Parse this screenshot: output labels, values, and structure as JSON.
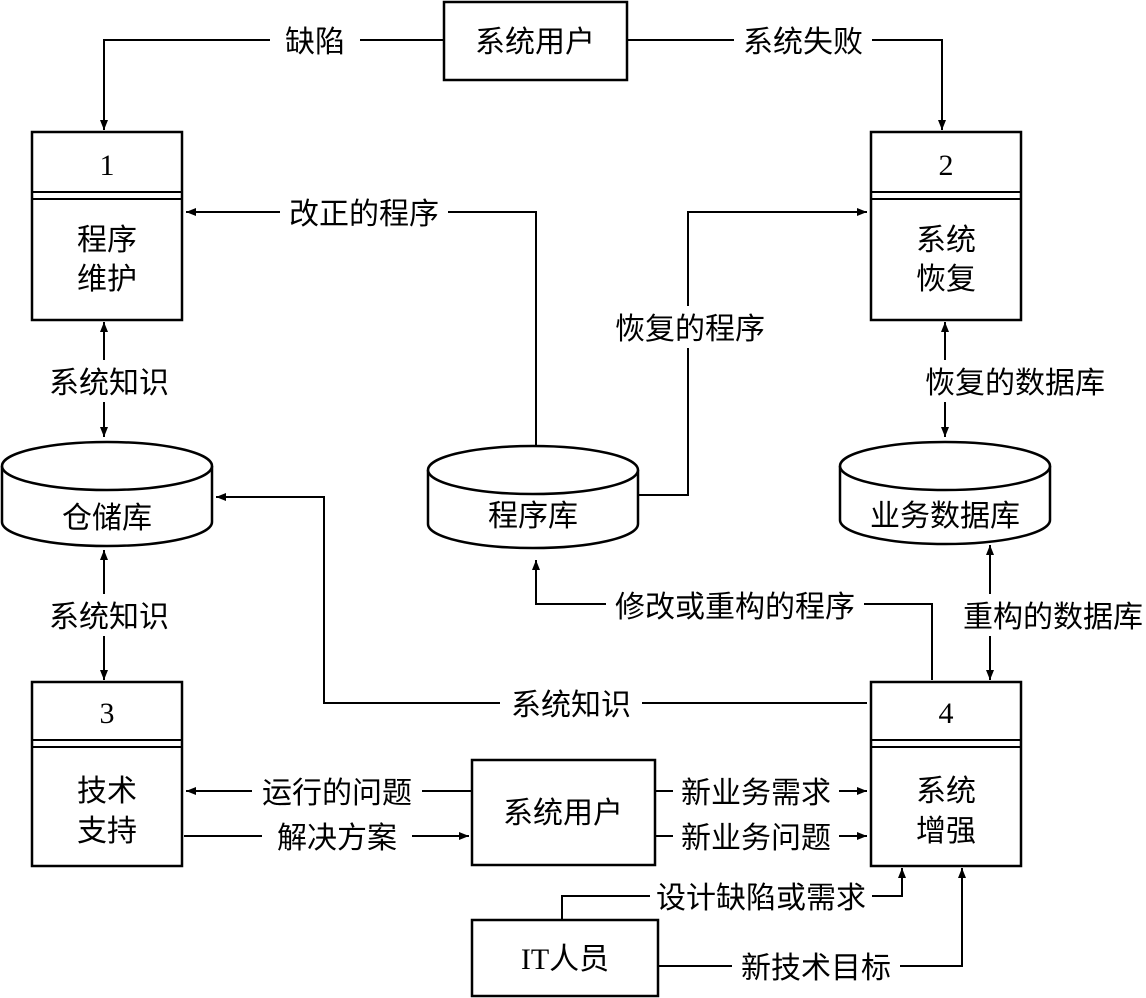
{
  "entities": {
    "user_top": "系统用户",
    "user_mid": "系统用户",
    "it_staff": "IT人员"
  },
  "processes": [
    {
      "number": "1",
      "name_line1": "程序",
      "name_line2": "维护"
    },
    {
      "number": "2",
      "name_line1": "系统",
      "name_line2": "恢复"
    },
    {
      "number": "3",
      "name_line1": "技术",
      "name_line2": "支持"
    },
    {
      "number": "4",
      "name_line1": "系统",
      "name_line2": "增强"
    }
  ],
  "stores": {
    "repository": "仓储库",
    "program_library": "程序库",
    "business_db": "业务数据库"
  },
  "flows": {
    "defect": "缺陷",
    "system_failure": "系统失败",
    "corrected_program": "改正的程序",
    "recovered_program": "恢复的程序",
    "system_knowledge_1": "系统知识",
    "recovered_db": "恢复的数据库",
    "system_knowledge_2": "系统知识",
    "modified_program": "修改或重构的程序",
    "restructured_db": "重构的数据库",
    "system_knowledge_3": "系统知识",
    "operation_problem": "运行的问题",
    "solution": "解决方案",
    "new_requirement": "新业务需求",
    "new_problem": "新业务问题",
    "design_defect": "设计缺陷或需求",
    "new_tech_goal": "新技术目标"
  }
}
